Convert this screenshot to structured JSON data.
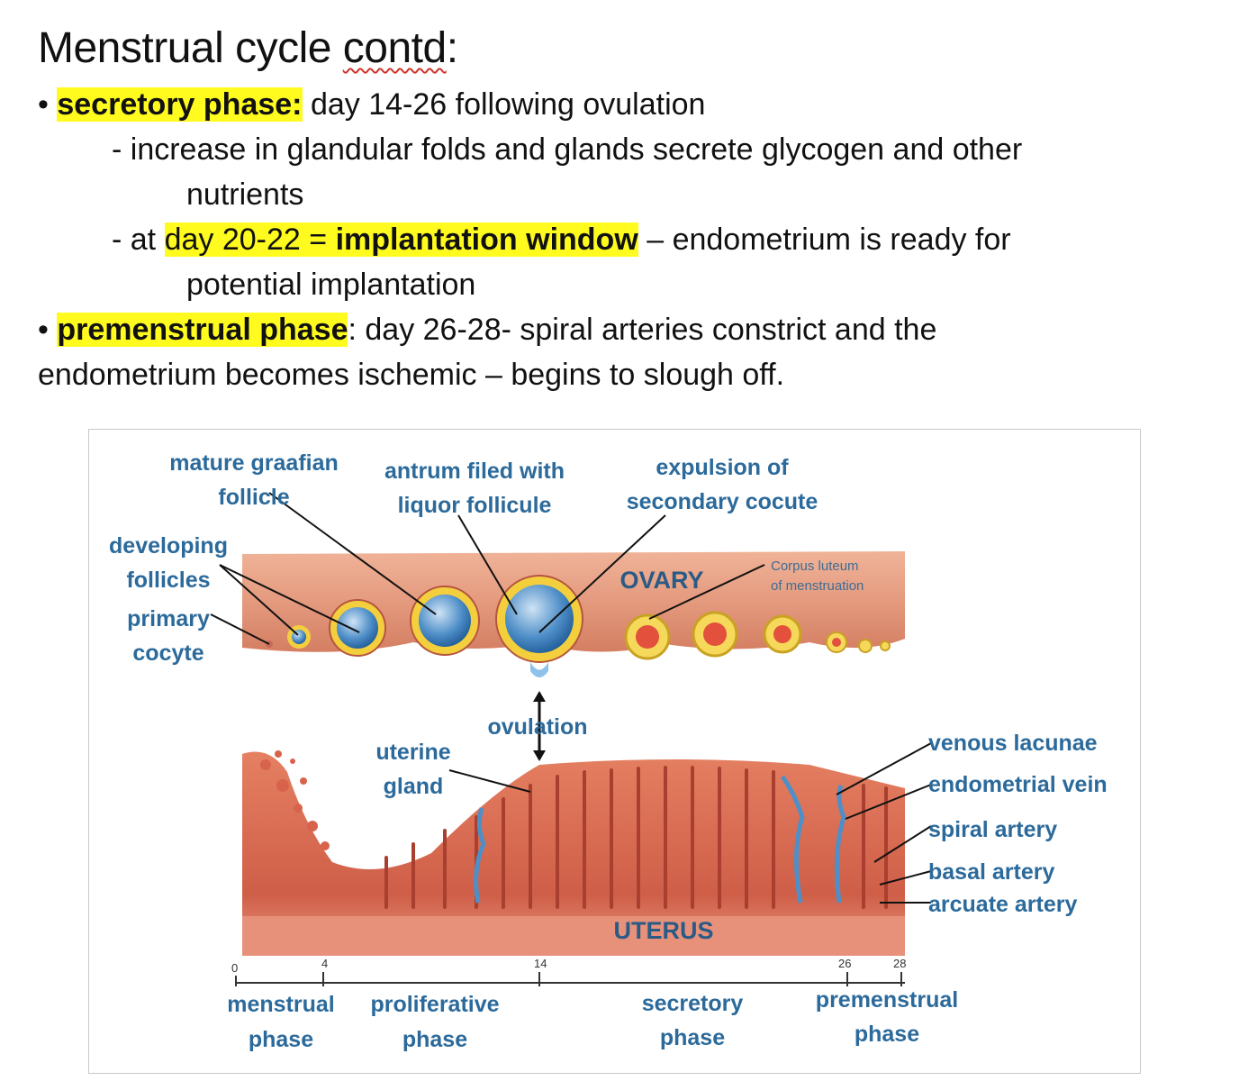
{
  "slide": {
    "title_plain": "Menstrual cycle ",
    "title_word": "contd",
    "title_end": ":",
    "bullet": "•",
    "b1_term": "secretory phase:",
    "b1_rest": " day 14-26  following ovulation",
    "b1_sub1": "- increase in glandular folds and glands secrete glycogen and other",
    "b1_sub1_cont": "nutrients",
    "b1_sub2_pre": "- at ",
    "b1_sub2_days": "day 20-22 = ",
    "b1_sub2_term": "implantation window",
    "b1_sub2_rest": " – endometrium is ready for",
    "b1_sub2_cont": "potential implantation",
    "b2_term": "premenstrual phase",
    "b2_rest": ": day 26-28- spiral arteries constrict and the",
    "b2_cont": "endometrium becomes  ischemic – begins to slough off."
  },
  "diagram": {
    "labels": {
      "mature_follicle_1": "mature graafian",
      "mature_follicle_2": "follicle",
      "antrum_1": "antrum filed with",
      "antrum_2": "liquor follicule",
      "expulsion_1": "expulsion of",
      "expulsion_2": "secondary cocute",
      "developing_1": "developing",
      "developing_2": "follicles",
      "primary_1": "primary",
      "primary_2": "cocyte",
      "ovary": "OVARY",
      "corpus_1": "Corpus luteum",
      "corpus_2": "of menstruation",
      "ovulation": "ovulation",
      "uterine_1": "uterine",
      "uterine_2": "gland",
      "venous": "venous lacunae",
      "endo_vein": "endometrial vein",
      "spiral": "spiral artery",
      "basal": "basal artery",
      "arcuate": "arcuate artery",
      "uterus": "UTERUS"
    },
    "ticks": [
      "0",
      "4",
      "14",
      "26",
      "28"
    ],
    "phases": [
      {
        "line1": "menstrual",
        "line2": "phase"
      },
      {
        "line1": "proliferative",
        "line2": "phase"
      },
      {
        "line1": "secretory",
        "line2": "phase"
      },
      {
        "line1": "premenstrual",
        "line2": "phase"
      }
    ],
    "colors": {
      "label": "#2b6a9b",
      "tissue": "#d9705a",
      "ovary": "#e49a7e",
      "follicle_ring": "#f3cf3d",
      "follicle_fluid": "#4f8fc8",
      "highlight": "#fffb1e"
    }
  }
}
